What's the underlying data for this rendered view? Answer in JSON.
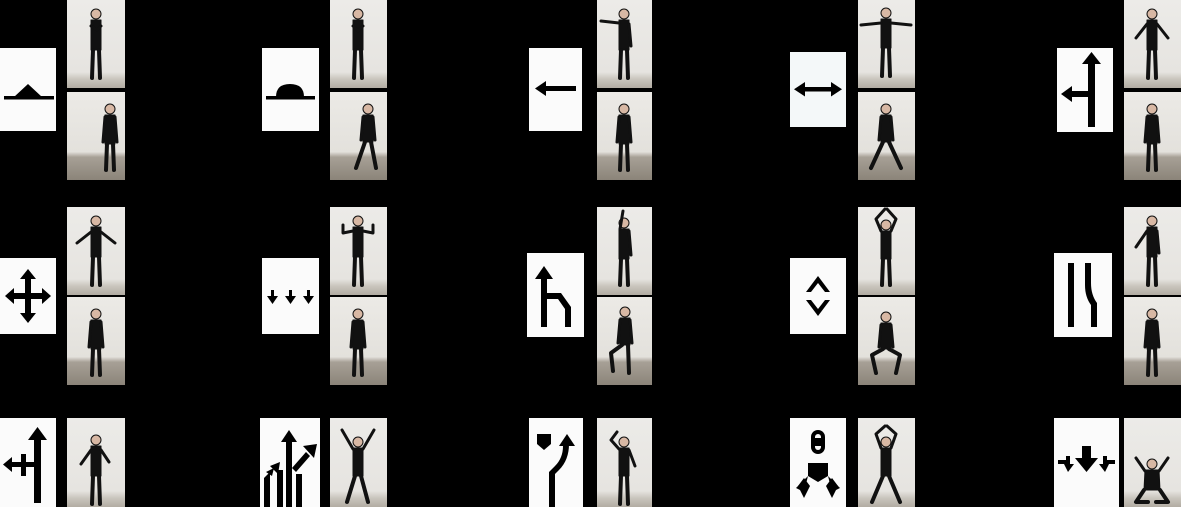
{
  "background_color": "#000000",
  "grid": {
    "rows": 3,
    "columns": 5,
    "cells": [
      {
        "id": "r1c1",
        "sign": "small-hump-sign",
        "poses": [
          "hands-at-chest",
          "arms-down"
        ]
      },
      {
        "id": "r1c2",
        "sign": "large-hump-sign",
        "poses": [
          "hands-at-chest",
          "legs-apart"
        ]
      },
      {
        "id": "r1c3",
        "sign": "left-arrow-sign",
        "poses": [
          "left-arm-out",
          "arms-down"
        ]
      },
      {
        "id": "r1c4",
        "sign": "double-arrow-sign",
        "poses": [
          "both-arms-out",
          "legs-apart"
        ]
      },
      {
        "id": "r1c5",
        "sign": "left-turn-branch-sign",
        "poses": [
          "arms-slightly-raised",
          "arms-down"
        ]
      },
      {
        "id": "r2c1",
        "sign": "four-way-arrow-sign",
        "poses": [
          "arms-slightly-raised",
          "arms-down"
        ]
      },
      {
        "id": "r2c2",
        "sign": "three-down-arrows-sign",
        "poses": [
          "arms-bent-up",
          "arms-down"
        ]
      },
      {
        "id": "r2c3",
        "sign": "up-arrow-offset-lane-sign",
        "poses": [
          "arm-up-overhead",
          "knee-raised"
        ]
      },
      {
        "id": "r2c4",
        "sign": "diamond-chevrons-sign",
        "poses": [
          "arms-overhead-peak",
          "deep-squat"
        ]
      },
      {
        "id": "r2c5",
        "sign": "curved-lanes-sign",
        "poses": [
          "one-arm-out",
          "arms-down"
        ]
      },
      {
        "id": "r3c1",
        "sign": "left-branch-up-arrow-sign",
        "poses": [
          "arms-slightly-raised"
        ]
      },
      {
        "id": "r3c2",
        "sign": "multi-arrow-fork-sign",
        "poses": [
          "arms-up-v"
        ]
      },
      {
        "id": "r3c3",
        "sign": "merge-curve-arrow-sign",
        "poses": [
          "hand-to-head"
        ]
      },
      {
        "id": "r3c4",
        "sign": "capsule-fork-sign",
        "poses": [
          "arms-overhead-circle"
        ]
      },
      {
        "id": "r3c5",
        "sign": "down-arrow-inward-arrows-sign",
        "poses": [
          "crouch-arms-up"
        ]
      }
    ]
  }
}
